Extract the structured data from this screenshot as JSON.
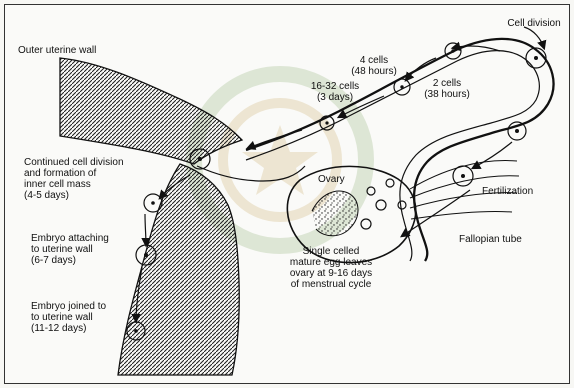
{
  "labels": {
    "outer_uterine_wall": "Outer uterine wall",
    "cell_division": "Cell division",
    "four_cells": "4 cells\n(48 hours)",
    "sixteen_32_cells": "16-32 cells\n(3 days)",
    "two_cells": "2 cells\n(38 hours)",
    "continued_cell_division": "Continued cell division\nand formation of\ninner cell mass\n(4-5 days)",
    "ovary": "Ovary",
    "fertilization": "Fertilization",
    "fallopian_tube": "Fallopian tube",
    "embryo_attaching": "Embryo attaching\nto uterine wall\n(6-7 days)",
    "single_celled_egg": "Single celled\nmature egg leaves\novary at 9-16 days\nof menstrual cycle",
    "embryo_joined": "Embryo joined to\nto uterine wall\n(11-12 days)"
  },
  "colors": {
    "ink": "#111111",
    "background": "#fafaf8",
    "watermark": "#5f8e3b"
  }
}
